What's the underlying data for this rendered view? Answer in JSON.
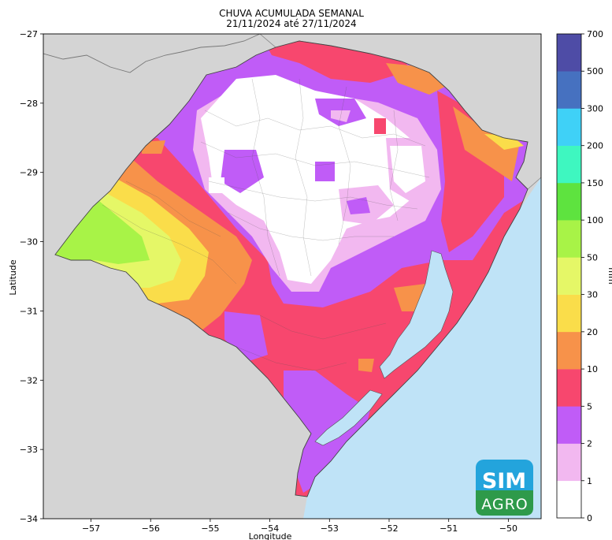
{
  "title": {
    "line1": "CHUVA ACUMULADA SEMANAL",
    "line2": "21/11/2024 até 27/11/2024"
  },
  "axes": {
    "xlabel": "Longitude",
    "ylabel": "Latitude",
    "xlim": [
      -57.8,
      -49.45
    ],
    "ylim": [
      -34,
      -27
    ],
    "xticks": [
      -57,
      -56,
      -55,
      -54,
      -53,
      -52,
      -51,
      -50
    ],
    "yticks": [
      -27,
      -28,
      -29,
      -30,
      -31,
      -32,
      -33,
      -34
    ]
  },
  "colorbar": {
    "unit": "mm",
    "levels": [
      0,
      1,
      2,
      5,
      10,
      20,
      30,
      50,
      100,
      150,
      200,
      300,
      500,
      700
    ],
    "colors": [
      "#ffffff",
      "#f2b8f0",
      "#c05cf7",
      "#f7476e",
      "#f7924a",
      "#fadd4a",
      "#e5f767",
      "#a8f347",
      "#5ee33f",
      "#3ef7c0",
      "#3fd1f7",
      "#4671c0",
      "#4e4ca6"
    ]
  },
  "map_colors": {
    "land_outside": "#d4d4d4",
    "ocean": "#bfe3f7",
    "lagoon": "#bfe3f7"
  },
  "logo": {
    "line1": "SIM",
    "line2": "AGRO"
  }
}
